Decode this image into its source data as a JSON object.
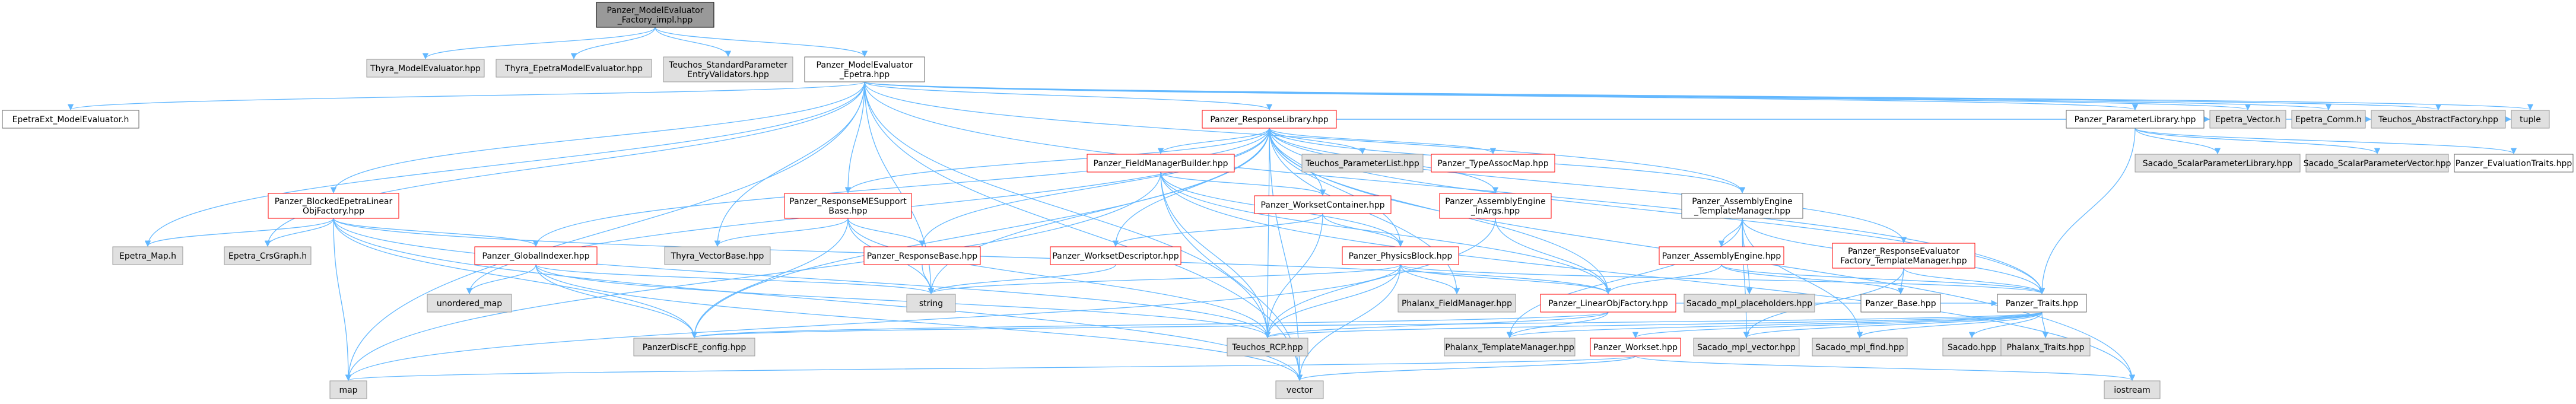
{
  "colors": {
    "root_fill": "#999999",
    "doc_fill": "#ffffff",
    "doc_stroke": "#666666",
    "external_fill": "#e0e0e0",
    "external_stroke": "#999999",
    "missing_fill": "#ffffff",
    "missing_stroke": "#ff0000",
    "edge": "#63b8ff"
  },
  "nodes": {
    "root": {
      "lines": [
        "Panzer_ModelEvaluator",
        "_Factory_impl.hpp"
      ],
      "kind": "root"
    },
    "thyra_me": {
      "lines": [
        "Thyra_ModelEvaluator.hpp"
      ],
      "kind": "external"
    },
    "thyra_epetra_me": {
      "lines": [
        "Thyra_EpetraModelEvaluator.hpp"
      ],
      "kind": "external"
    },
    "teuchos_spev": {
      "lines": [
        "Teuchos_StandardParameter",
        "EntryValidators.hpp"
      ],
      "kind": "external"
    },
    "panzer_me_epetra": {
      "lines": [
        "Panzer_ModelEvaluator",
        "_Epetra.hpp"
      ],
      "kind": "doc"
    },
    "epetraext_me": {
      "lines": [
        "EpetraExt_ModelEvaluator.h"
      ],
      "kind": "doc"
    },
    "response_library": {
      "lines": [
        "Panzer_ResponseLibrary.hpp"
      ],
      "kind": "missing"
    },
    "parameter_library": {
      "lines": [
        "Panzer_ParameterLibrary.hpp"
      ],
      "kind": "doc"
    },
    "epetra_vector": {
      "lines": [
        "Epetra_Vector.h"
      ],
      "kind": "external"
    },
    "epetra_comm": {
      "lines": [
        "Epetra_Comm.h"
      ],
      "kind": "external"
    },
    "teuchos_abstract_factory": {
      "lines": [
        "Teuchos_AbstractFactory.hpp"
      ],
      "kind": "external"
    },
    "tuple": {
      "lines": [
        "tuple"
      ],
      "kind": "external"
    },
    "sacado_spl": {
      "lines": [
        "Sacado_ScalarParameterLibrary.hpp"
      ],
      "kind": "external"
    },
    "sacado_spv": {
      "lines": [
        "Sacado_ScalarParameterVector.hpp"
      ],
      "kind": "external"
    },
    "evaluation_traits": {
      "lines": [
        "Panzer_EvaluationTraits.hpp"
      ],
      "kind": "doc"
    },
    "teuchos_param_list": {
      "lines": [
        "Teuchos_ParameterList.hpp"
      ],
      "kind": "external"
    },
    "type_assoc_map": {
      "lines": [
        "Panzer_TypeAssocMap.hpp"
      ],
      "kind": "missing"
    },
    "field_manager_builder": {
      "lines": [
        "Panzer_FieldManagerBuilder.hpp"
      ],
      "kind": "missing"
    },
    "blocked_epetra_lof": {
      "lines": [
        "Panzer_BlockedEpetraLinear",
        "ObjFactory.hpp"
      ],
      "kind": "missing"
    },
    "response_mesupport": {
      "lines": [
        "Panzer_ResponseMESupport",
        "Base.hpp"
      ],
      "kind": "missing"
    },
    "workset_container": {
      "lines": [
        "Panzer_WorksetContainer.hpp"
      ],
      "kind": "missing"
    },
    "assembly_in_args": {
      "lines": [
        "Panzer_AssemblyEngine",
        "_InArgs.hpp"
      ],
      "kind": "missing"
    },
    "assembly_tm": {
      "lines": [
        "Panzer_AssemblyEngine",
        "_TemplateManager.hpp"
      ],
      "kind": "doc"
    },
    "epetra_map": {
      "lines": [
        "Epetra_Map.h"
      ],
      "kind": "external"
    },
    "epetra_crsgraph": {
      "lines": [
        "Epetra_CrsGraph.h"
      ],
      "kind": "external"
    },
    "global_indexer": {
      "lines": [
        "Panzer_GlobalIndexer.hpp"
      ],
      "kind": "missing"
    },
    "thyra_vectorbase": {
      "lines": [
        "Thyra_VectorBase.hpp"
      ],
      "kind": "external"
    },
    "response_base": {
      "lines": [
        "Panzer_ResponseBase.hpp"
      ],
      "kind": "missing"
    },
    "workset_descriptor": {
      "lines": [
        "Panzer_WorksetDescriptor.hpp"
      ],
      "kind": "missing"
    },
    "physics_block": {
      "lines": [
        "Panzer_PhysicsBlock.hpp"
      ],
      "kind": "missing"
    },
    "assembly_engine": {
      "lines": [
        "Panzer_AssemblyEngine.hpp"
      ],
      "kind": "missing"
    },
    "response_eval_factory_tm": {
      "lines": [
        "Panzer_ResponseEvaluator",
        "Factory_TemplateManager.hpp"
      ],
      "kind": "missing"
    },
    "unordered_map": {
      "lines": [
        "unordered_map"
      ],
      "kind": "external"
    },
    "string": {
      "lines": [
        "string"
      ],
      "kind": "external"
    },
    "phalanx_fm": {
      "lines": [
        "Phalanx_FieldManager.hpp"
      ],
      "kind": "external"
    },
    "linear_obj_factory": {
      "lines": [
        "Panzer_LinearObjFactory.hpp"
      ],
      "kind": "missing"
    },
    "sacado_mpl_placeholders": {
      "lines": [
        "Sacado_mpl_placeholders.hpp"
      ],
      "kind": "external"
    },
    "panzer_base": {
      "lines": [
        "Panzer_Base.hpp"
      ],
      "kind": "doc"
    },
    "panzer_traits": {
      "lines": [
        "Panzer_Traits.hpp"
      ],
      "kind": "doc"
    },
    "panzer_discfe_config": {
      "lines": [
        "PanzerDiscFE_config.hpp"
      ],
      "kind": "external"
    },
    "teuchos_rcp": {
      "lines": [
        "Teuchos_RCP.hpp"
      ],
      "kind": "external"
    },
    "phalanx_tm": {
      "lines": [
        "Phalanx_TemplateManager.hpp"
      ],
      "kind": "external"
    },
    "panzer_workset": {
      "lines": [
        "Panzer_Workset.hpp"
      ],
      "kind": "missing"
    },
    "sacado_mpl_vector": {
      "lines": [
        "Sacado_mpl_vector.hpp"
      ],
      "kind": "external"
    },
    "sacado_mpl_find": {
      "lines": [
        "Sacado_mpl_find.hpp"
      ],
      "kind": "external"
    },
    "sacado": {
      "lines": [
        "Sacado.hpp"
      ],
      "kind": "external"
    },
    "phalanx_traits": {
      "lines": [
        "Phalanx_Traits.hpp"
      ],
      "kind": "external"
    },
    "map": {
      "lines": [
        "map"
      ],
      "kind": "external"
    },
    "vector": {
      "lines": [
        "vector"
      ],
      "kind": "external"
    },
    "iostream": {
      "lines": [
        "iostream"
      ],
      "kind": "external"
    }
  },
  "edges": [
    [
      "root",
      "thyra_me"
    ],
    [
      "root",
      "thyra_epetra_me"
    ],
    [
      "root",
      "teuchos_spev"
    ],
    [
      "root",
      "panzer_me_epetra"
    ],
    [
      "panzer_me_epetra",
      "epetraext_me"
    ],
    [
      "panzer_me_epetra",
      "response_library"
    ],
    [
      "panzer_me_epetra",
      "parameter_library"
    ],
    [
      "panzer_me_epetra",
      "epetra_vector"
    ],
    [
      "panzer_me_epetra",
      "epetra_comm"
    ],
    [
      "panzer_me_epetra",
      "teuchos_abstract_factory"
    ],
    [
      "panzer_me_epetra",
      "tuple"
    ],
    [
      "panzer_me_epetra",
      "epetra_map"
    ],
    [
      "panzer_me_epetra",
      "epetra_crsgraph"
    ],
    [
      "panzer_me_epetra",
      "blocked_epetra_lof"
    ],
    [
      "panzer_me_epetra",
      "response_mesupport"
    ],
    [
      "panzer_me_epetra",
      "thyra_vectorbase"
    ],
    [
      "panzer_me_epetra",
      "assembly_tm"
    ],
    [
      "panzer_me_epetra",
      "panzer_traits"
    ],
    [
      "panzer_me_epetra",
      "teuchos_rcp"
    ],
    [
      "panzer_me_epetra",
      "map"
    ],
    [
      "panzer_me_epetra",
      "vector"
    ],
    [
      "panzer_me_epetra",
      "string"
    ],
    [
      "parameter_library",
      "sacado_spl"
    ],
    [
      "parameter_library",
      "sacado_spv"
    ],
    [
      "parameter_library",
      "evaluation_traits"
    ],
    [
      "parameter_library",
      "panzer_traits"
    ],
    [
      "response_library",
      "teuchos_param_list"
    ],
    [
      "response_library",
      "type_assoc_map"
    ],
    [
      "response_library",
      "field_manager_builder"
    ],
    [
      "response_library",
      "workset_container"
    ],
    [
      "response_library",
      "assembly_in_args"
    ],
    [
      "response_library",
      "assembly_tm"
    ],
    [
      "response_library",
      "response_mesupport"
    ],
    [
      "response_library",
      "response_base"
    ],
    [
      "response_library",
      "global_indexer"
    ],
    [
      "response_library",
      "workset_descriptor"
    ],
    [
      "response_library",
      "physics_block"
    ],
    [
      "response_library",
      "linear_obj_factory"
    ],
    [
      "response_library",
      "response_eval_factory_tm"
    ],
    [
      "response_library",
      "unordered_map"
    ],
    [
      "response_library",
      "string"
    ],
    [
      "response_library",
      "panzer_traits"
    ],
    [
      "response_library",
      "teuchos_rcp"
    ],
    [
      "response_library",
      "phalanx_fm"
    ],
    [
      "response_library",
      "panzer_discfe_config"
    ],
    [
      "response_library",
      "vector"
    ],
    [
      "response_library",
      "iostream"
    ],
    [
      "response_library",
      "epetra_vector"
    ],
    [
      "response_library",
      "tuple"
    ],
    [
      "response_library",
      "teuchos_abstract_factory"
    ],
    [
      "field_manager_builder",
      "workset_container"
    ],
    [
      "field_manager_builder",
      "physics_block"
    ],
    [
      "field_manager_builder",
      "linear_obj_factory"
    ],
    [
      "field_manager_builder",
      "teuchos_rcp"
    ],
    [
      "field_manager_builder",
      "vector"
    ],
    [
      "field_manager_builder",
      "iostream"
    ],
    [
      "field_manager_builder",
      "map"
    ],
    [
      "workset_container",
      "workset_descriptor"
    ],
    [
      "workset_container",
      "physics_block"
    ],
    [
      "workset_container",
      "teuchos_rcp"
    ],
    [
      "assembly_in_args",
      "linear_obj_factory"
    ],
    [
      "assembly_in_args",
      "teuchos_rcp"
    ],
    [
      "assembly_tm",
      "assembly_engine"
    ],
    [
      "assembly_tm",
      "panzer_traits"
    ],
    [
      "assembly_tm",
      "phalanx_tm"
    ],
    [
      "assembly_tm",
      "sacado_mpl_vector"
    ],
    [
      "assembly_tm",
      "sacado_mpl_find"
    ],
    [
      "assembly_tm",
      "sacado_mpl_placeholders"
    ],
    [
      "assembly_engine",
      "linear_obj_factory"
    ],
    [
      "assembly_engine",
      "panzer_base"
    ],
    [
      "assembly_engine",
      "panzer_traits"
    ],
    [
      "response_eval_factory_tm",
      "panzer_base"
    ],
    [
      "response_eval_factory_tm",
      "panzer_traits"
    ],
    [
      "response_eval_factory_tm",
      "sacado_mpl_vector"
    ],
    [
      "blocked_epetra_lof",
      "epetra_map"
    ],
    [
      "blocked_epetra_lof",
      "epetra_crsgraph"
    ],
    [
      "blocked_epetra_lof",
      "global_indexer"
    ],
    [
      "blocked_epetra_lof",
      "linear_obj_factory"
    ],
    [
      "blocked_epetra_lof",
      "panzer_discfe_config"
    ],
    [
      "blocked_epetra_lof",
      "teuchos_rcp"
    ],
    [
      "blocked_epetra_lof",
      "map"
    ],
    [
      "blocked_epetra_lof",
      "vector"
    ],
    [
      "global_indexer",
      "unordered_map"
    ],
    [
      "global_indexer",
      "string"
    ],
    [
      "global_indexer",
      "panzer_discfe_config"
    ],
    [
      "global_indexer",
      "teuchos_rcp"
    ],
    [
      "global_indexer",
      "vector"
    ],
    [
      "response_mesupport",
      "response_base"
    ],
    [
      "response_mesupport",
      "thyra_vectorbase"
    ],
    [
      "response_mesupport",
      "panzer_discfe_config"
    ],
    [
      "response_mesupport",
      "teuchos_rcp"
    ],
    [
      "response_mesupport",
      "string"
    ],
    [
      "response_base",
      "string"
    ],
    [
      "workset_descriptor",
      "string"
    ],
    [
      "physics_block",
      "string"
    ],
    [
      "physics_block",
      "phalanx_fm"
    ],
    [
      "physics_block",
      "linear_obj_factory"
    ],
    [
      "physics_block",
      "panzer_traits"
    ],
    [
      "physics_block",
      "teuchos_rcp"
    ],
    [
      "physics_block",
      "vector"
    ],
    [
      "physics_block",
      "map"
    ],
    [
      "linear_obj_factory",
      "panzer_traits"
    ],
    [
      "linear_obj_factory",
      "panzer_discfe_config"
    ],
    [
      "linear_obj_factory",
      "teuchos_rcp"
    ],
    [
      "linear_obj_factory",
      "phalanx_tm"
    ],
    [
      "panzer_traits",
      "panzer_discfe_config"
    ],
    [
      "panzer_traits",
      "teuchos_rcp"
    ],
    [
      "panzer_traits",
      "phalanx_tm"
    ],
    [
      "panzer_traits",
      "panzer_workset"
    ],
    [
      "panzer_traits",
      "sacado_mpl_vector"
    ],
    [
      "panzer_traits",
      "sacado_mpl_find"
    ],
    [
      "panzer_traits",
      "sacado"
    ],
    [
      "panzer_traits",
      "phalanx_traits"
    ],
    [
      "panzer_workset",
      "map"
    ],
    [
      "panzer_workset",
      "vector"
    ],
    [
      "panzer_workset",
      "iostream"
    ]
  ]
}
